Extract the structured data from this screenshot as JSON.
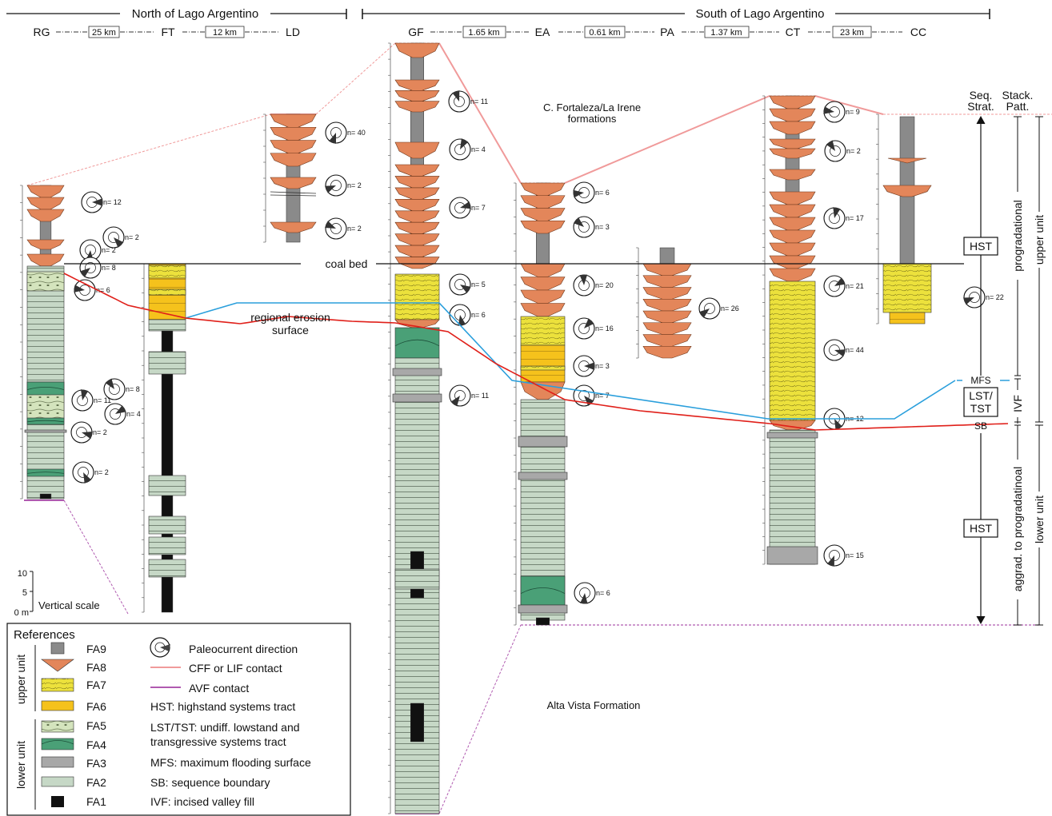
{
  "header": {
    "north": "North of Lago Argentino",
    "south": "South of Lago Argentino"
  },
  "sections": [
    {
      "code": "RG",
      "key": "rg"
    },
    {
      "code": "FT",
      "key": "ft"
    },
    {
      "code": "LD",
      "key": "ld"
    },
    {
      "code": "GF",
      "key": "gf"
    },
    {
      "code": "EA",
      "key": "ea"
    },
    {
      "code": "PA",
      "key": "pa"
    },
    {
      "code": "CT",
      "key": "ct"
    },
    {
      "code": "CC",
      "key": "cc"
    }
  ],
  "distances": [
    "25 km",
    "12 km",
    "1.65 km",
    "0.61 km",
    "1.37 km",
    "23 km"
  ],
  "labels": {
    "coal_bed": "coal bed",
    "erosion_1": "regional erosion",
    "erosion_2": "surface",
    "upper_formation_1": "C. Fortaleza/La Irene",
    "upper_formation_2": "formations",
    "lower_formation": "Alta Vista Formation",
    "vertical_scale": "Vertical scale",
    "scale_ticks": [
      "10",
      "5",
      "0 m"
    ]
  },
  "paleocurrents": {
    "rg": [
      "n= 12",
      "n= 2",
      "n= 2",
      "n= 8",
      "n= 6",
      "n= 8",
      "n= 11",
      "n= 4",
      "n= 2",
      "n= 2"
    ],
    "ld": [
      "n= 40",
      "n= 2",
      "n= 2"
    ],
    "gf": [
      "n= 11",
      "n= 4",
      "n= 7",
      "n= 5",
      "n= 6",
      "n= 11"
    ],
    "ea": [
      "n= 6",
      "n= 3",
      "n= 20",
      "n= 16",
      "n= 3",
      "n= 7",
      "n= 6"
    ],
    "pa": [
      "n= 26"
    ],
    "ct": [
      "n= 9",
      "n= 2",
      "n= 17",
      "n= 21",
      "n= 44",
      "n= 12",
      "n= 15"
    ],
    "cc": [
      "n= 22"
    ]
  },
  "seq_strat": {
    "col1_title": [
      "Seq.",
      "Strat."
    ],
    "col2_title": [
      "Stack.",
      "Patt."
    ],
    "hst_upper": "HST",
    "mfs": "MFS",
    "lst_tst": [
      "LST/",
      "TST"
    ],
    "sb": "SB",
    "hst_lower": "HST",
    "progradational": "progradational",
    "ivf": "IVF",
    "aggrad": "aggrad. to progradatinoal",
    "upper_unit": "upper unit",
    "lower_unit": "lower unit"
  },
  "references": {
    "title": "References",
    "upper_unit": "upper unit",
    "lower_unit": "lower unit",
    "facies": [
      "FA9",
      "FA8",
      "FA7",
      "FA6",
      "FA5",
      "FA4",
      "FA3",
      "FA2",
      "FA1"
    ],
    "legend": [
      "Paleocurrent direction",
      "CFF or LIF contact",
      "AVF contact",
      "HST: highstand systems tract",
      "LST/TST: undiff. lowstand and",
      "transgressive systems tract",
      "MFS: maximum flooding surface",
      "SB: sequence boundary",
      "IVF: incised valley fill"
    ]
  },
  "colors": {
    "fa9": "#8a8a8a",
    "fa8": "#e3865a",
    "fa7": "#ece13c",
    "fa6": "#f5c21c",
    "fa5": "#d4e4bd",
    "fa4": "#4aa077",
    "fa3": "#a8a8a8",
    "fa2": "#c6d8c6",
    "fa1": "#111111",
    "cff_contact": "#f09a9a",
    "avf_contact": "#b05ab0",
    "erosion": "#e0201a",
    "mfs_line": "#2a9fdc"
  }
}
